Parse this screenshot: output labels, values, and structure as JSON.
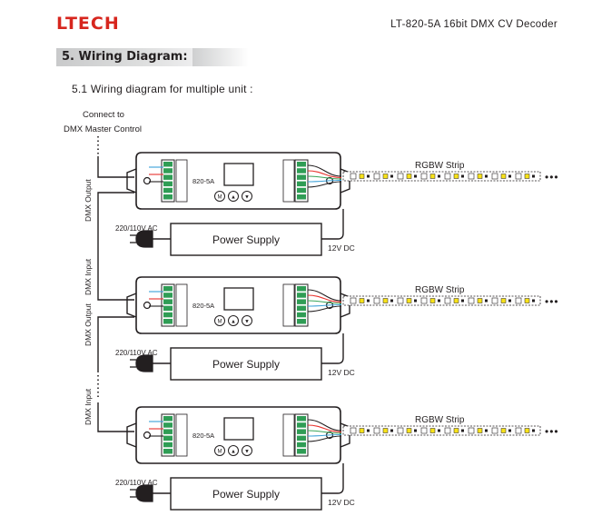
{
  "header": {
    "brand": "LTECH",
    "doc_title": "LT-820-5A 16bit DMX CV Decoder"
  },
  "section": {
    "title": "5. Wiring Diagram:",
    "subtitle": "5.1 Wiring diagram for multiple unit :"
  },
  "diagram": {
    "master_label_line1": "Connect to",
    "master_label_line2": "DMX Master Control",
    "units": [
      {
        "model": "820-5A",
        "strip_label": "RGBW Strip",
        "psu_label": "Power Supply",
        "ac_label": "220/110V AC",
        "dc_label": "12V DC",
        "output_label": "DMX Output",
        "input_label": ""
      },
      {
        "model": "820-5A",
        "strip_label": "RGBW Strip",
        "psu_label": "Power Supply",
        "ac_label": "220/110V AC",
        "dc_label": "12V DC",
        "output_label": "DMX Output",
        "input_label": "DMX Input"
      },
      {
        "model": "820-5A",
        "strip_label": "RGBW Strip",
        "psu_label": "Power Supply",
        "ac_label": "220/110V AC",
        "dc_label": "12V DC",
        "output_label": "",
        "input_label": "DMX Input"
      }
    ],
    "ellipsis": "•••",
    "colors": {
      "wire_blue": "#3aa0d8",
      "wire_red": "#e8322d",
      "wire_green": "#3aa55a",
      "wire_black": "#231f20",
      "terminal_green": "#2f9d55",
      "led_yellow": "#f7e21a",
      "brand_red": "#d7261e"
    }
  }
}
